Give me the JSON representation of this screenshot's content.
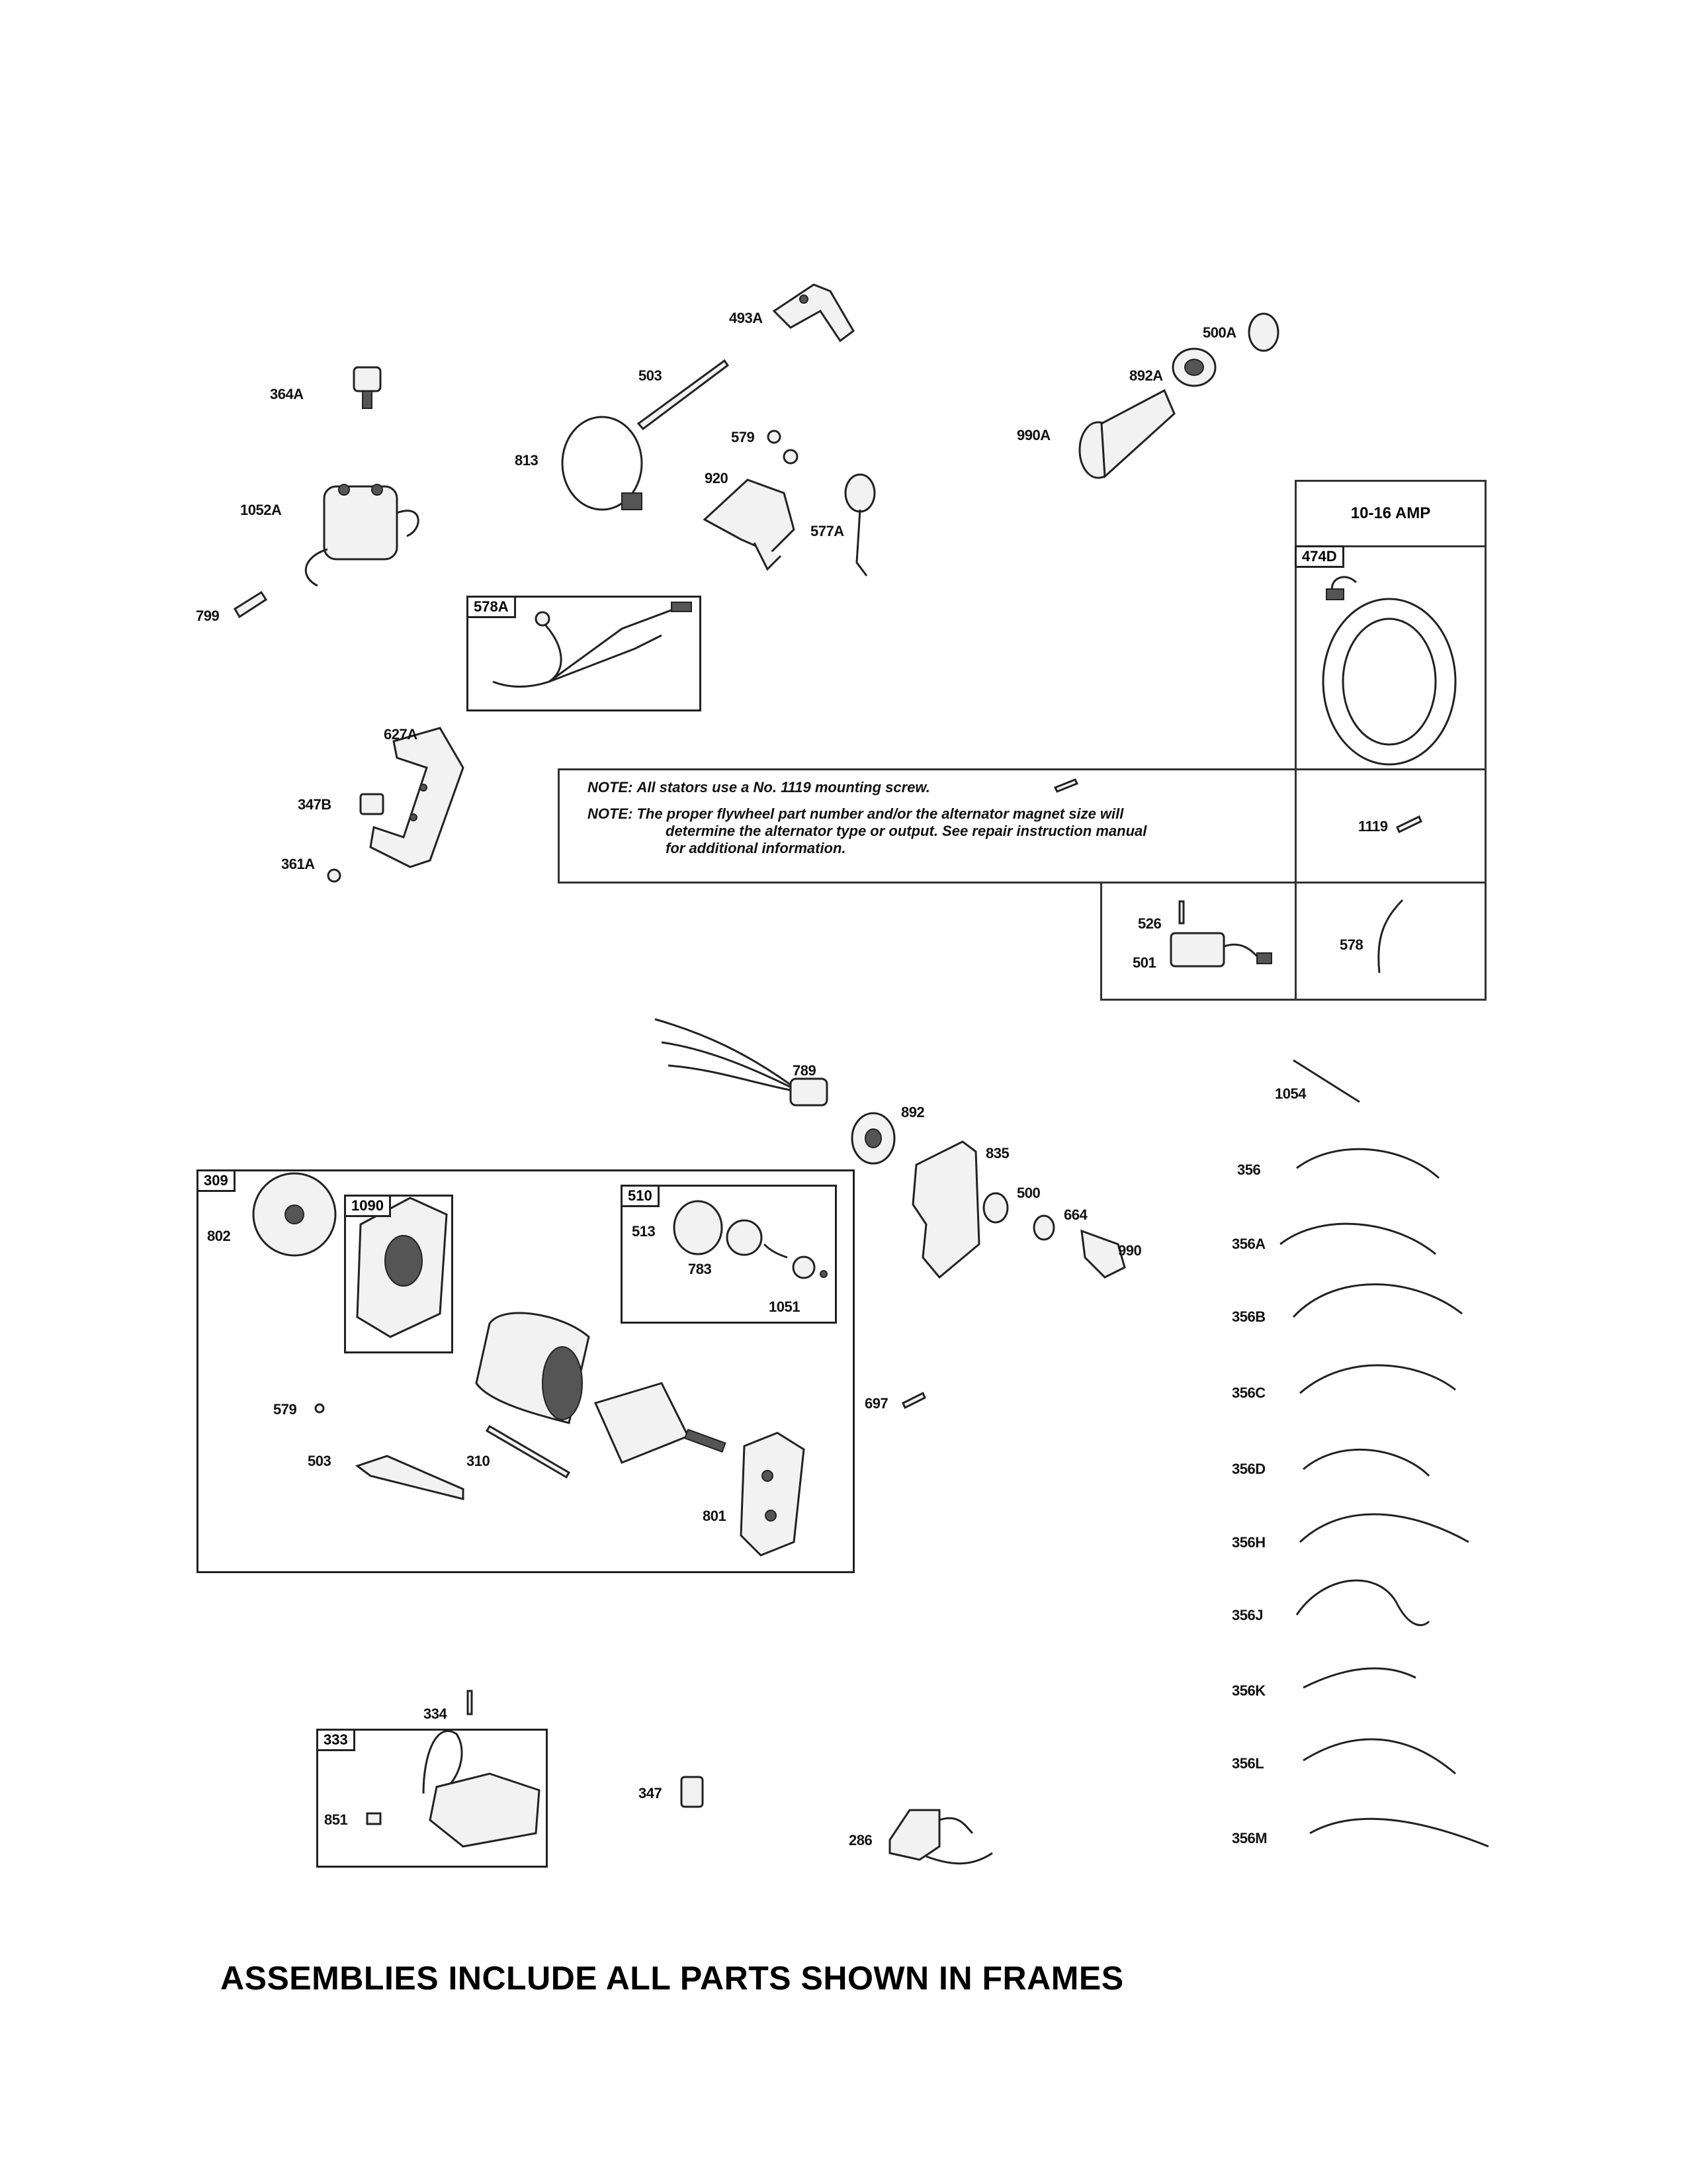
{
  "labels": {
    "p493A": "493A",
    "p503a": "503",
    "p364A": "364A",
    "p813": "813",
    "p579a": "579",
    "p920": "920",
    "p577A": "577A",
    "p1052A": "1052A",
    "p799": "799",
    "p578A": "578A",
    "p500A": "500A",
    "p892A": "892A",
    "p990A": "990A",
    "p474D": "474D",
    "p627A": "627A",
    "p347B": "347B",
    "p361A": "361A",
    "p1119": "1119",
    "p526": "526",
    "p501": "501",
    "p578": "578",
    "p789": "789",
    "p892": "892",
    "p835": "835",
    "p500": "500",
    "p664": "664",
    "p990": "990",
    "p1054": "1054",
    "p309": "309",
    "p802": "802",
    "p1090": "1090",
    "p510": "510",
    "p513": "513",
    "p783": "783",
    "p1051": "1051",
    "p697": "697",
    "p579b": "579",
    "p503b": "503",
    "p310": "310",
    "p801": "801",
    "p334": "334",
    "p333": "333",
    "p851": "851",
    "p347": "347",
    "p286": "286",
    "p356": "356",
    "p356A": "356A",
    "p356B": "356B",
    "p356C": "356C",
    "p356D": "356D",
    "p356H": "356H",
    "p356J": "356J",
    "p356K": "356K",
    "p356L": "356L",
    "p356M": "356M"
  },
  "stator_table": {
    "header": "10-16 AMP"
  },
  "notes": {
    "note_prefix": "NOTE:",
    "note1": "All stators use a No. 1119 mounting screw.",
    "note2_line1": "The proper flywheel part number and/or the alternator magnet size will",
    "note2_line2": "determine the alternator type or output. See repair instruction manual",
    "note2_line3": "for additional information."
  },
  "footer": "ASSEMBLIES INCLUDE ALL PARTS SHOWN IN FRAMES"
}
